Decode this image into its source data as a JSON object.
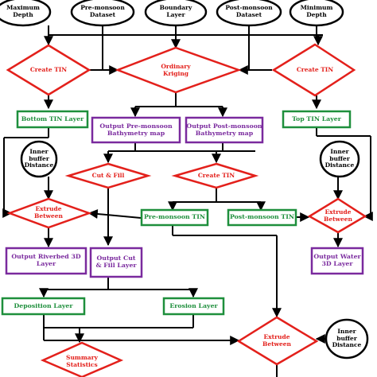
{
  "diagram": {
    "inputs": {
      "maximum_depth": "Maximum\nDepth",
      "pre_monsoon_dataset": "Pre-monsoon\nDataset",
      "boundary_layer": "Boundary\nLayer",
      "post_monsoon_dataset": "Post-monsoon\nDataset",
      "minimum_depth": "Minimum\nDepth",
      "inner_buffer_left": "Inner\nbuffer\nDistance",
      "inner_buffer_right": "Inner\nbuffer\nDistance",
      "inner_buffer_bottom": "Inner\nbuffer\nDistance"
    },
    "processes": {
      "create_tin_left": "Create TIN",
      "ordinary_kriging": "Ordinary\nKriging",
      "create_tin_right": "Create TIN",
      "cut_fill": "Cut & Fill",
      "create_tin_middle": "Create TIN",
      "extrude_left": "Extrude\nBetween",
      "extrude_right": "Extrude\nBetween",
      "extrude_bottom": "Extrude\nBetween",
      "summary_statistics": "Summary\nStatistics"
    },
    "layers": {
      "bottom_tin": "Bottom TIN Layer",
      "top_tin": "Top TIN Layer",
      "pre_monsoon_tin": "Pre-monsoon TIN",
      "post_monsoon_tin": "Post-monsoon TIN",
      "deposition": "Deposition Layer",
      "erosion": "Erosion Layer"
    },
    "outputs": {
      "pre_monsoon_bathymetry": "Output Pre-monsoon\nBathymetry map",
      "post_monsoon_bathymetry": "Output Post-monsoon\nBathymetry map",
      "riverbed_3d": "Output Riverbed 3D\nLayer",
      "cut_fill_layer": "Output Cut\n& Fill Layer",
      "water_3d": "Output Water\n3D Layer"
    },
    "colors": {
      "process": "#e3201b",
      "layer": "#1e8f3c",
      "output": "#7a2a9e",
      "input": "#000000"
    }
  }
}
